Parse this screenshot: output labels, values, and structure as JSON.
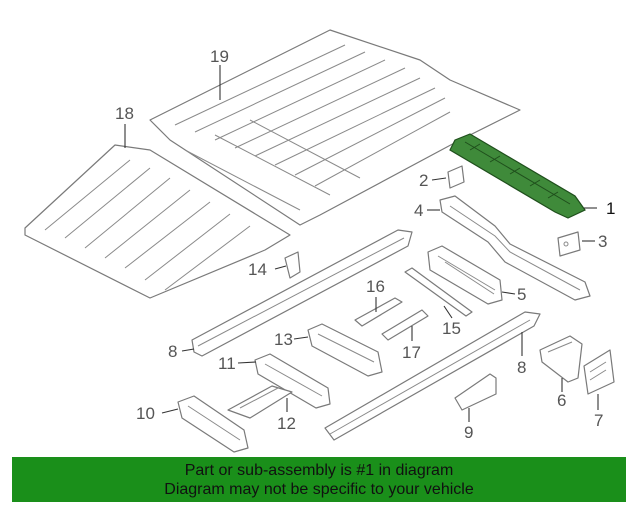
{
  "diagram": {
    "highlight_color": "#3f8a3a",
    "banner_color": "#1a8f1a",
    "callouts": [
      "1",
      "2",
      "3",
      "4",
      "5",
      "6",
      "7",
      "8",
      "8",
      "9",
      "10",
      "11",
      "12",
      "13",
      "14",
      "15",
      "16",
      "17",
      "18",
      "19"
    ],
    "selected_part": "1"
  },
  "banner": {
    "line1": "Part or sub-assembly is #1 in diagram",
    "line2": "Diagram may not be specific to your vehicle"
  }
}
